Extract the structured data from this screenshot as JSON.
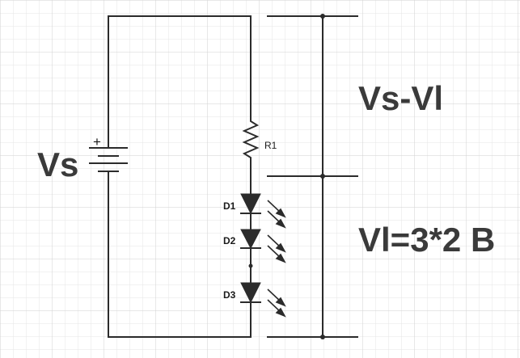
{
  "labels": {
    "source_name": "Vs",
    "battery_polarity": "+",
    "resistor_name": "R1",
    "diode_1": "D1",
    "diode_2": "D2",
    "diode_3": "D3",
    "upper_voltage": "Vs-Vl",
    "lower_voltage": "Vl=3*2 B"
  },
  "colors": {
    "wire": "#2b2b2b",
    "grid_minor": "#e6e6e6",
    "grid_major": "#d2d2d2",
    "label": "#3a3a3a",
    "background": "#ffffff"
  }
}
